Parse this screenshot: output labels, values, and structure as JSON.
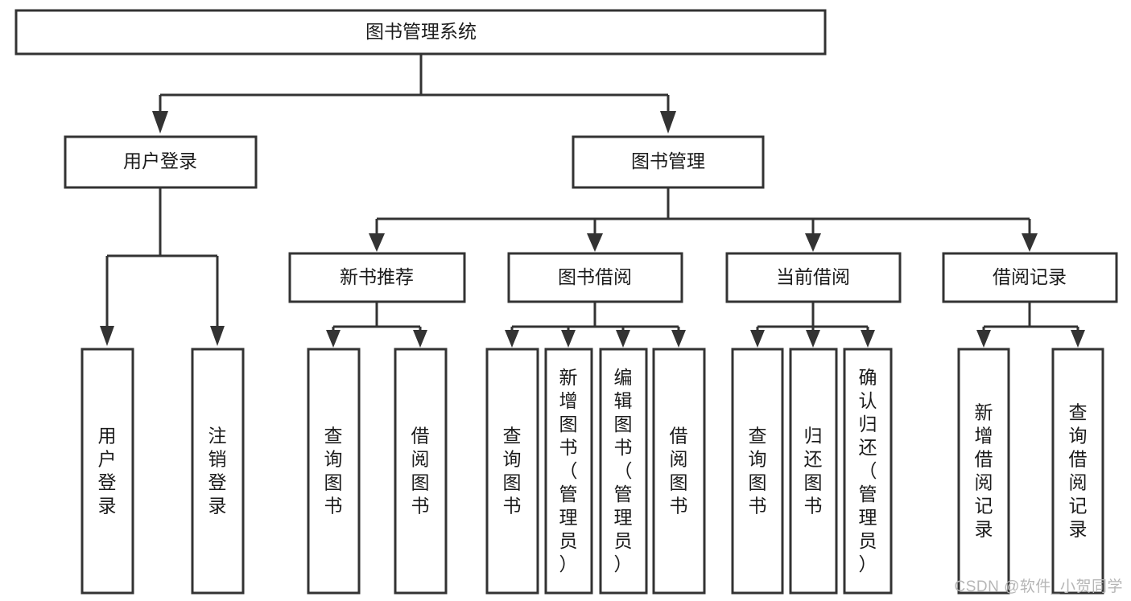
{
  "diagram": {
    "type": "tree",
    "title": "图书管理系统",
    "watermark": "CSDN @软件_小贺同学",
    "colors": {
      "background": "#ffffff",
      "stroke": "#333333",
      "text": "#1b1b1b",
      "watermark": "#b6b6b6"
    },
    "nodes": {
      "root": {
        "label": "图书管理系统",
        "level": 1
      },
      "l2": [
        {
          "label": "用户登录",
          "level": 2
        },
        {
          "label": "图书管理",
          "level": 2
        }
      ],
      "l3": [
        {
          "label": "新书推荐",
          "level": 3
        },
        {
          "label": "图书借阅",
          "level": 3
        },
        {
          "label": "当前借阅",
          "level": 3
        },
        {
          "label": "借阅记录",
          "level": 3
        }
      ],
      "leaves": {
        "user_login": [
          {
            "label": "用户登录"
          },
          {
            "label": "注销登录"
          }
        ],
        "new_book": [
          {
            "label": "查询图书"
          },
          {
            "label": "借阅图书"
          }
        ],
        "book_borrow": [
          {
            "label": "查询图书"
          },
          {
            "label": "新增图书（管理员）"
          },
          {
            "label": "编辑图书（管理员）"
          },
          {
            "label": "借阅图书"
          }
        ],
        "current_borrow": [
          {
            "label": "查询图书"
          },
          {
            "label": "归还图书"
          },
          {
            "label": "确认归还（管理员）"
          }
        ],
        "borrow_record": [
          {
            "label": "新增借阅记录"
          },
          {
            "label": "查询借阅记录"
          }
        ]
      }
    }
  }
}
